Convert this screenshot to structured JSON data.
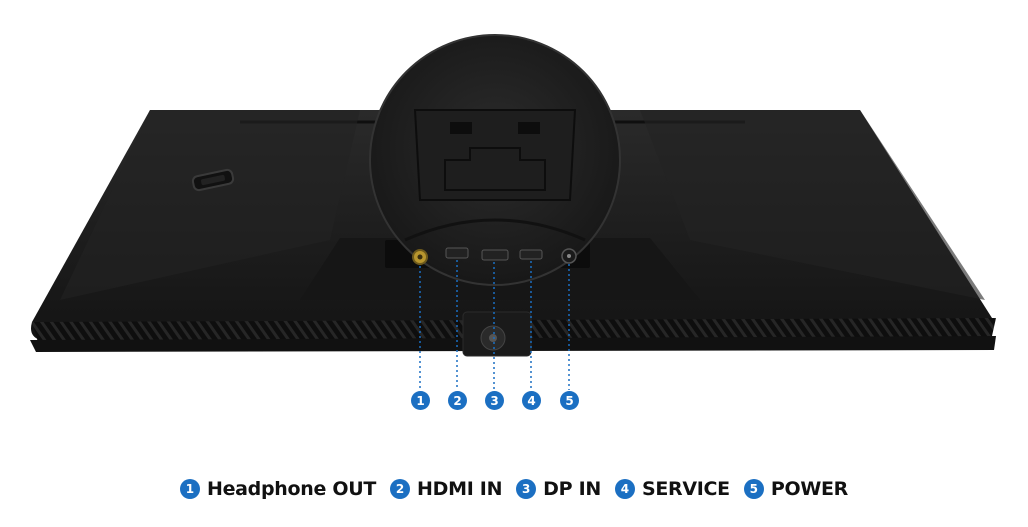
{
  "legend": {
    "items": [
      {
        "num": "1",
        "label": "Headphone OUT"
      },
      {
        "num": "2",
        "label": "HDMI IN"
      },
      {
        "num": "3",
        "label": "DP IN"
      },
      {
        "num": "4",
        "label": "SERVICE"
      },
      {
        "num": "5",
        "label": "POWER"
      }
    ]
  },
  "callouts": [
    "1",
    "2",
    "3",
    "4",
    "5"
  ],
  "colors": {
    "accent": "#1b6fc2",
    "monitor_body": "#1c1c1c",
    "port_gold": "#b8962e"
  }
}
